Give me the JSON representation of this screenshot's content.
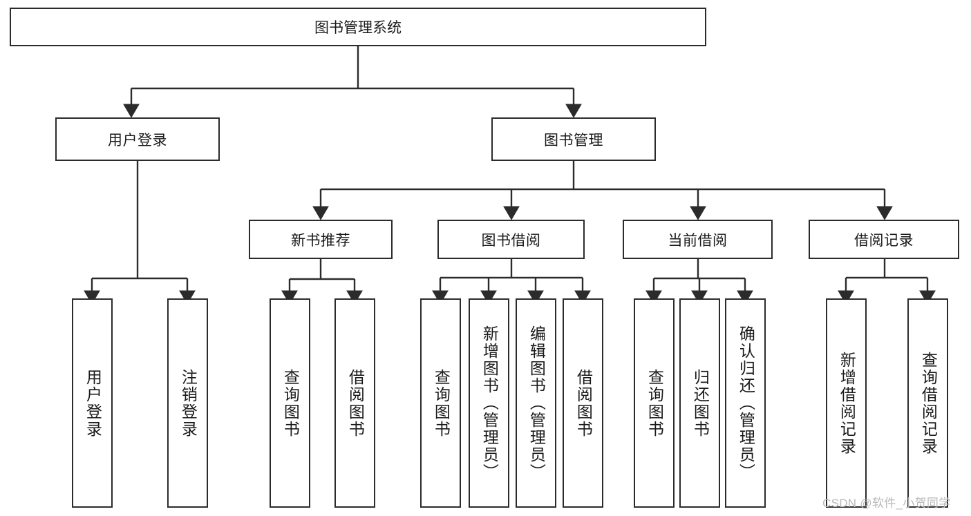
{
  "diagram": {
    "title": "图书管理系统",
    "type": "tree-hierarchy",
    "root": {
      "label": "图书管理系统"
    },
    "level1": [
      {
        "id": "user-login",
        "label": "用户登录"
      },
      {
        "id": "book-management",
        "label": "图书管理"
      }
    ],
    "level2": [
      {
        "id": "new-book-recommend",
        "label": "新书推荐",
        "parent": "book-management"
      },
      {
        "id": "book-borrow",
        "label": "图书借阅",
        "parent": "book-management"
      },
      {
        "id": "current-borrow",
        "label": "当前借阅",
        "parent": "book-management"
      },
      {
        "id": "borrow-record",
        "label": "借阅记录",
        "parent": "book-management"
      }
    ],
    "leaves": {
      "user-login": [
        {
          "id": "leaf-user-login",
          "label": "用户登录"
        },
        {
          "id": "leaf-user-logout",
          "label": "注销登录"
        }
      ],
      "new-book-recommend": [
        {
          "id": "leaf-query-book-1",
          "label": "查询图书"
        },
        {
          "id": "leaf-borrow-book-1",
          "label": "借阅图书"
        }
      ],
      "book-borrow": [
        {
          "id": "leaf-query-book-2",
          "label": "查询图书"
        },
        {
          "id": "leaf-add-book",
          "label": "新增图书（管理员）"
        },
        {
          "id": "leaf-edit-book",
          "label": "编辑图书（管理员）"
        },
        {
          "id": "leaf-borrow-book-2",
          "label": "借阅图书"
        }
      ],
      "current-borrow": [
        {
          "id": "leaf-query-book-3",
          "label": "查询图书"
        },
        {
          "id": "leaf-return-book",
          "label": "归还图书"
        },
        {
          "id": "leaf-confirm-return",
          "label": "确认归还（管理员）"
        }
      ],
      "borrow-record": [
        {
          "id": "leaf-add-record",
          "label": "新增借阅记录"
        },
        {
          "id": "leaf-query-record",
          "label": "查询借阅记录"
        }
      ]
    }
  },
  "watermark": {
    "text": "CSDN @软件_小贺同学"
  },
  "colors": {
    "stroke": "#2b2b2b",
    "box_fill": "#ffffff",
    "text": "#1a1a1a",
    "watermark": "#b9b9b9",
    "background": "#ffffff"
  }
}
